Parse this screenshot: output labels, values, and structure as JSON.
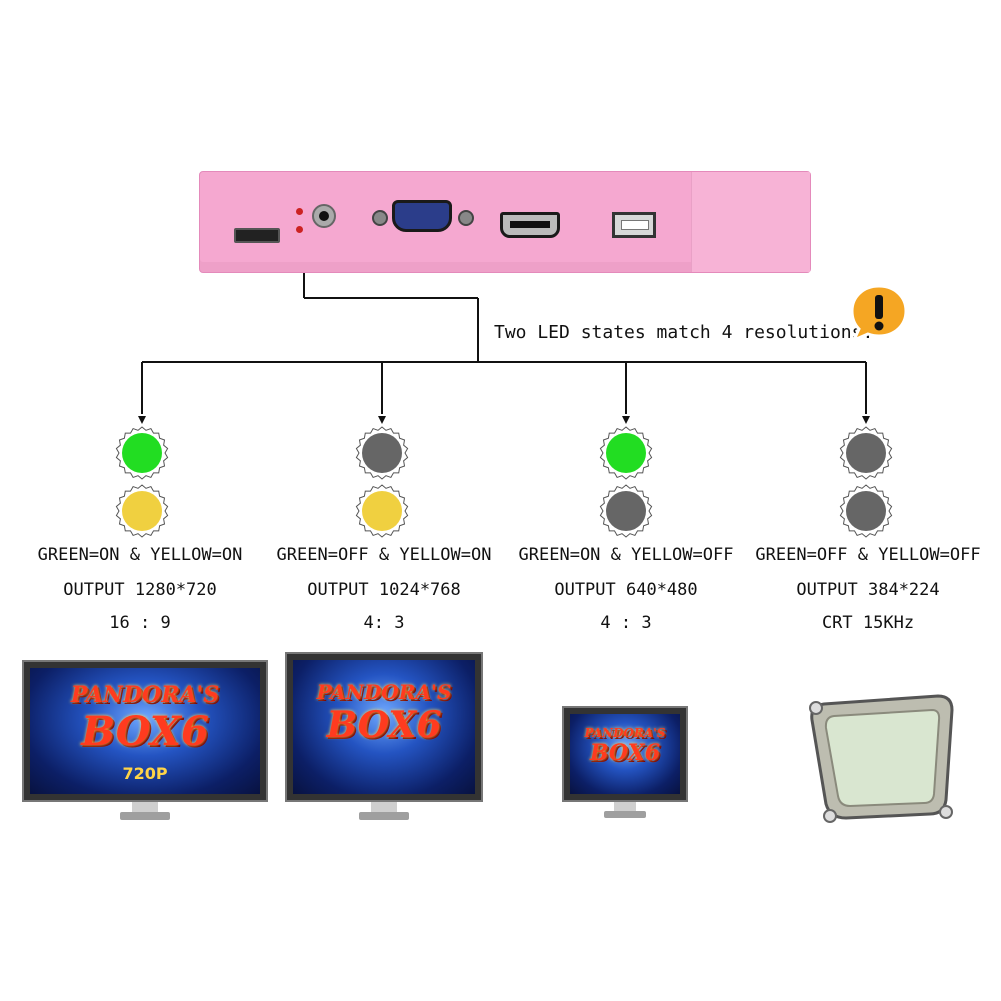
{
  "device": {
    "name": "pink-arcade-box",
    "colors": {
      "body": "#f5a8d0",
      "led_dots": "#cc2222"
    }
  },
  "note": {
    "text": "Two LED states match 4 resolutions.",
    "icon": "exclamation-bubble-icon",
    "icon_color": "#f5a623"
  },
  "states": [
    {
      "green": "on",
      "yellow": "on",
      "label": "GREEN=ON & YELLOW=ON",
      "output": "OUTPUT 1280*720",
      "ratio": "16 : 9"
    },
    {
      "green": "off",
      "yellow": "on",
      "label": "GREEN=OFF & YELLOW=ON",
      "output": "OUTPUT 1024*768",
      "ratio": "4: 3"
    },
    {
      "green": "on",
      "yellow": "off",
      "label": "GREEN=ON & YELLOW=OFF",
      "output": "OUTPUT 640*480",
      "ratio": "4 : 3"
    },
    {
      "green": "off",
      "yellow": "off",
      "label": "GREEN=OFF & YELLOW=OFF",
      "output": "OUTPUT 384*224",
      "ratio": "CRT 15KHz"
    }
  ],
  "led_colors": {
    "green_on": "#22dd22",
    "yellow_on": "#f0d040",
    "off": "#666666"
  },
  "screens": {
    "logo": "PANDORA'S BOX 6",
    "logo_line1": "PANDORA'S",
    "logo_line2": "BOX6",
    "badge_720p": "720P"
  }
}
